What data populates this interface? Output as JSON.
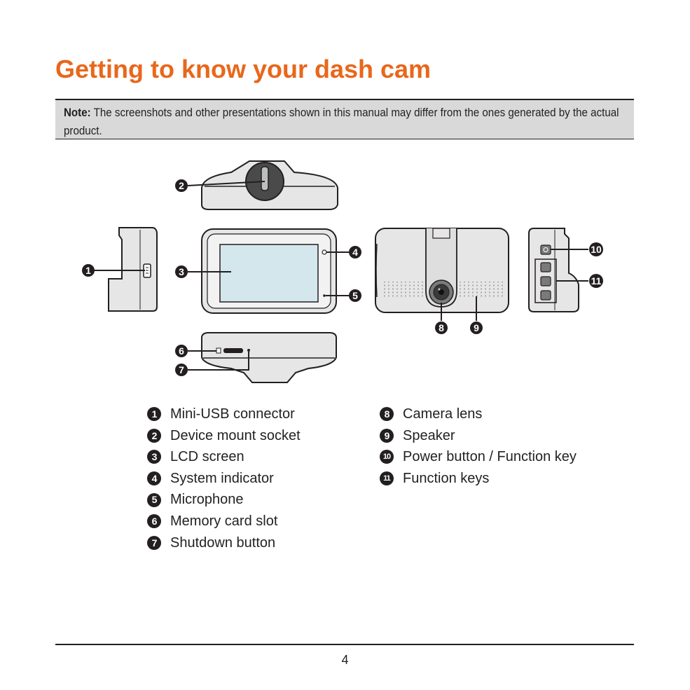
{
  "page": {
    "title": "Getting to know your dash cam",
    "note_label": "Note:",
    "note_text": " The screenshots and other presentations shown in this manual may differ from the ones generated by the actual product.",
    "page_number": "4"
  },
  "callouts": [
    "1",
    "2",
    "3",
    "4",
    "5",
    "6",
    "7",
    "8",
    "9",
    "10",
    "11"
  ],
  "legend": {
    "left": [
      {
        "num": "1",
        "label": "Mini-USB connector"
      },
      {
        "num": "2",
        "label": "Device mount socket"
      },
      {
        "num": "3",
        "label": "LCD screen"
      },
      {
        "num": "4",
        "label": "System indicator"
      },
      {
        "num": "5",
        "label": "Microphone"
      },
      {
        "num": "6",
        "label": "Memory card slot"
      },
      {
        "num": "7",
        "label": "Shutdown button"
      }
    ],
    "right": [
      {
        "num": "8",
        "label": "Camera lens"
      },
      {
        "num": "9",
        "label": "Speaker"
      },
      {
        "num": "10",
        "label": "Power button / Function key"
      },
      {
        "num": "11",
        "label": "Function keys"
      }
    ]
  },
  "colors": {
    "accent": "#e8671c",
    "note_bg": "#d9d9d9",
    "device_body": "#e6e6e6",
    "screen": "#d4e7ec"
  }
}
